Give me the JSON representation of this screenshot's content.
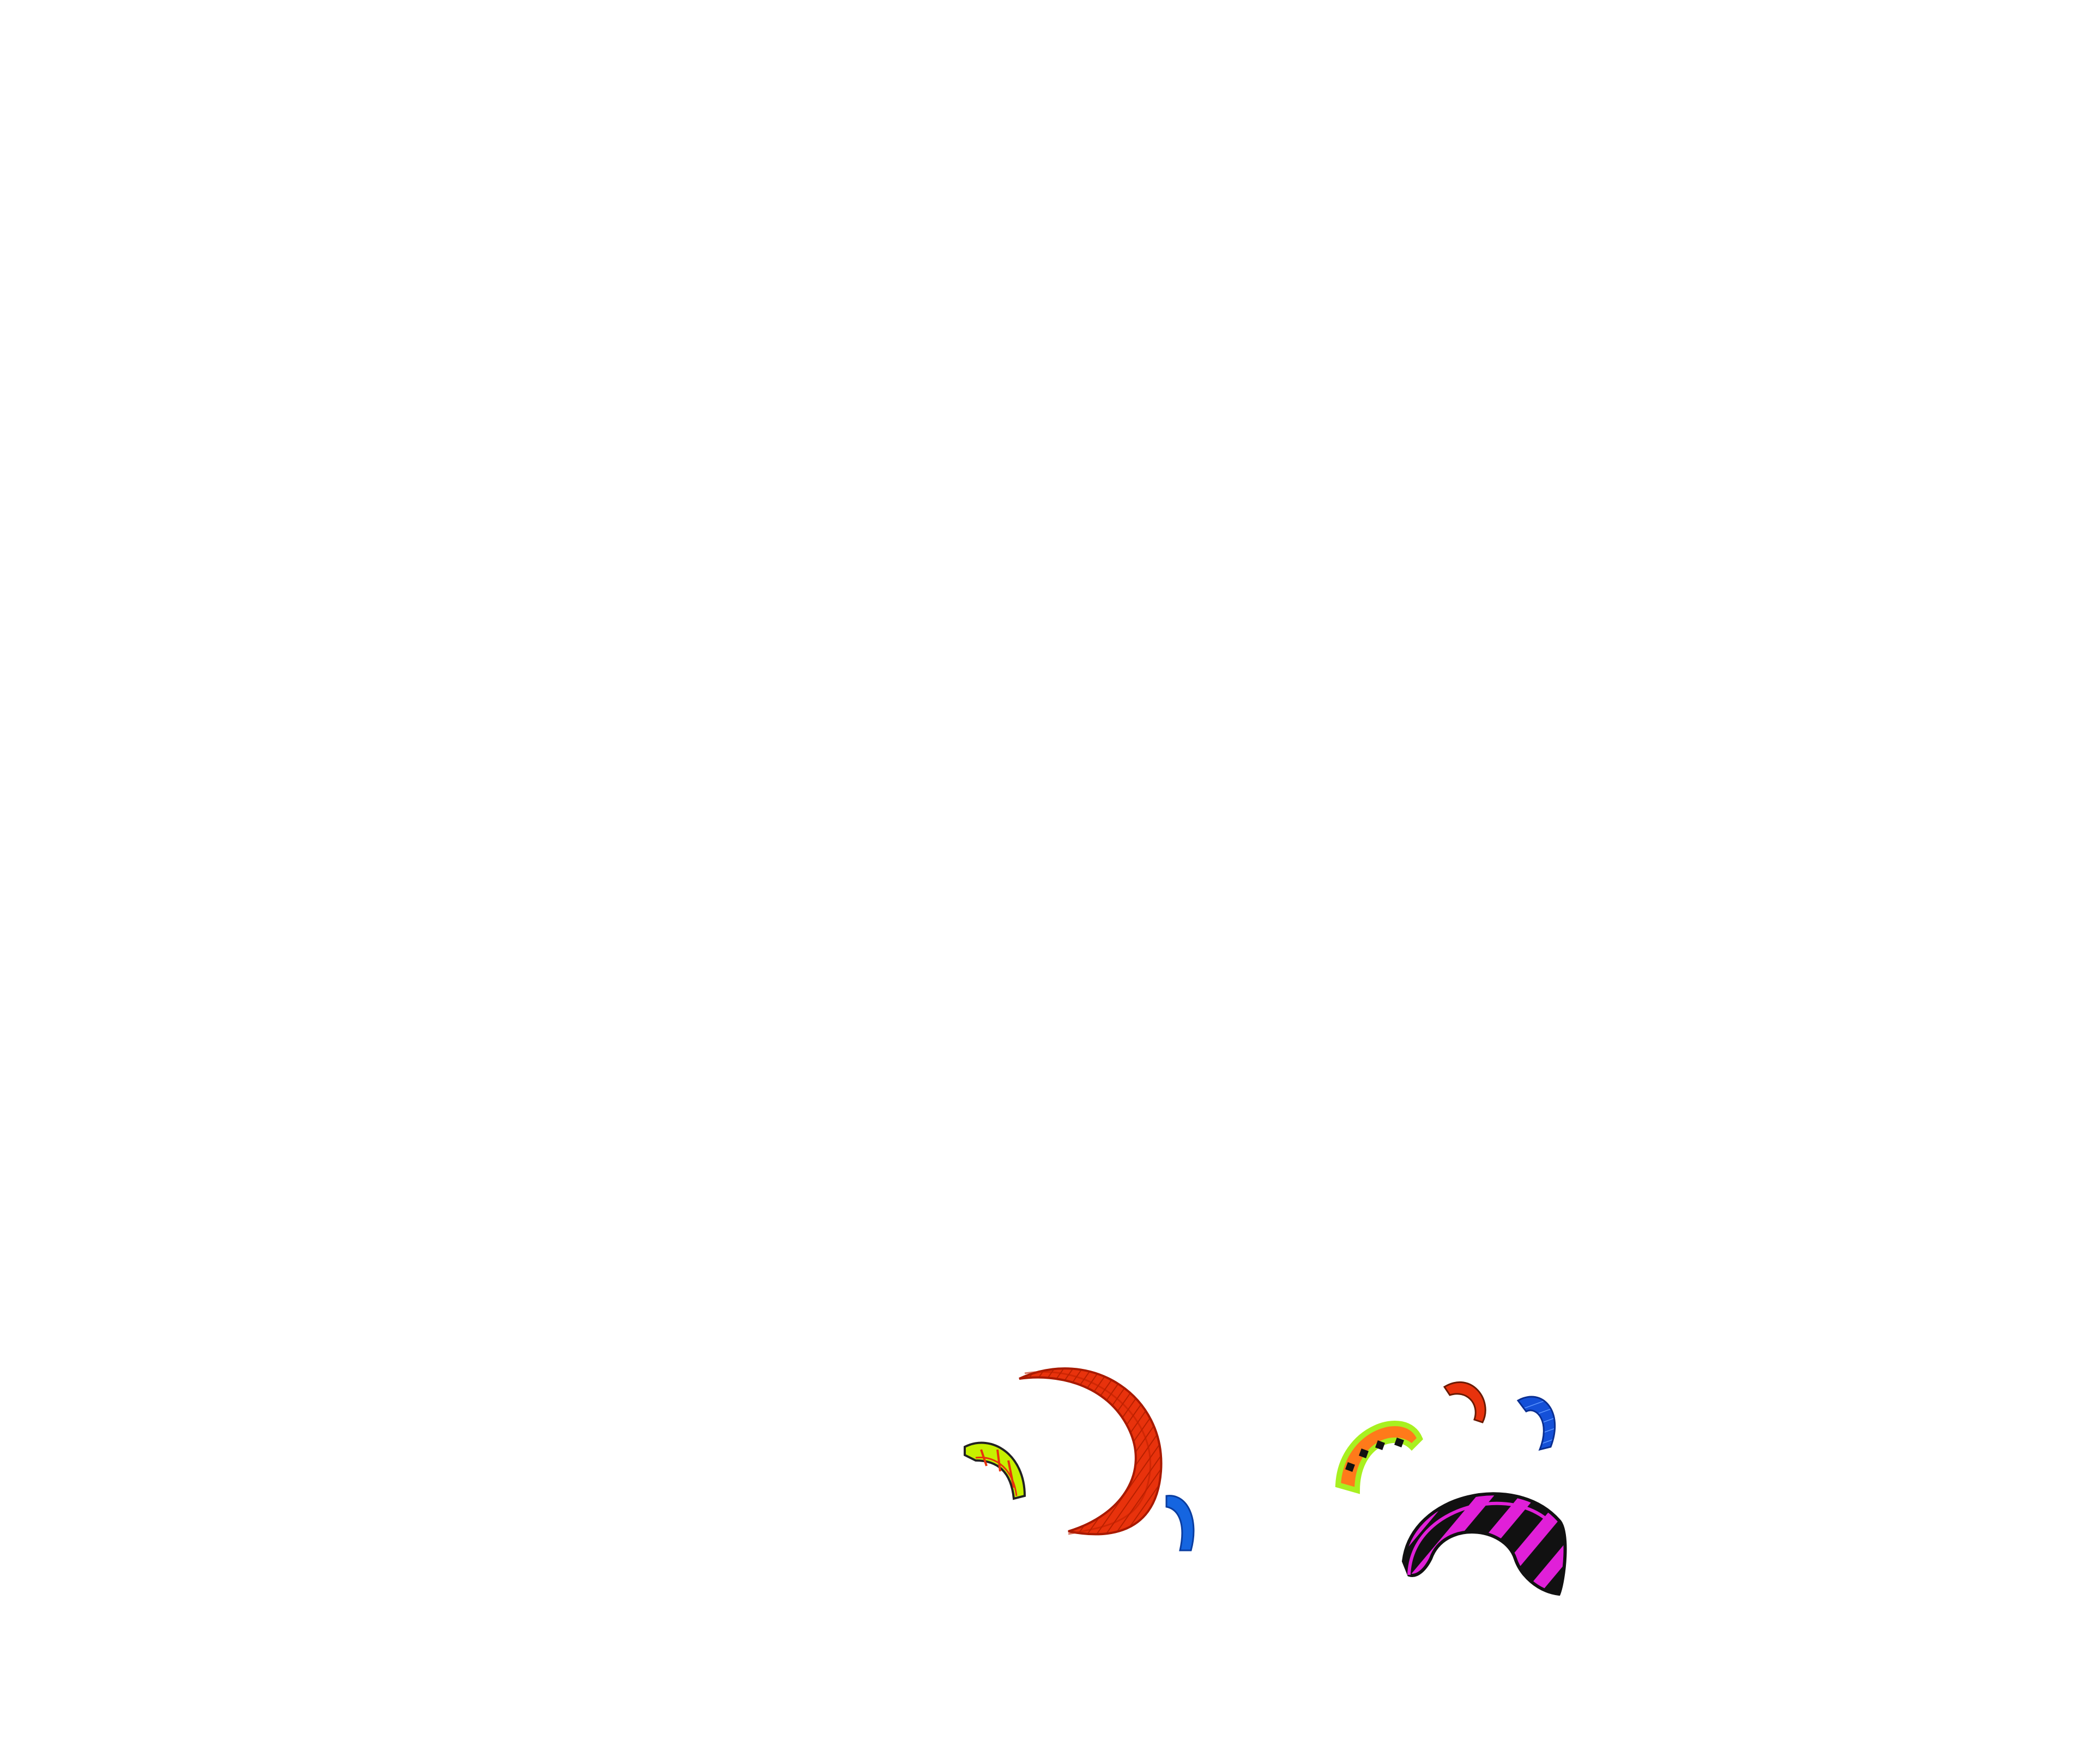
{
  "scene": {
    "background": "#ffffff",
    "style": "hand-drawn sketch",
    "kites": [
      {
        "name": "large-red-kite",
        "color": "#e8320c",
        "pattern": "hatched"
      },
      {
        "name": "small-blue-kite-left",
        "color": "#1565e0",
        "pattern": "solid"
      },
      {
        "name": "yellow-green-kite",
        "color": "#c6f000",
        "pattern": "red-outlined-panels"
      },
      {
        "name": "green-orange-kite",
        "color": "#ff7a1a",
        "accent": "#a8f020",
        "pattern": "diamond-windows"
      },
      {
        "name": "small-red-kite",
        "color": "#e8320c",
        "pattern": "solid"
      },
      {
        "name": "blue-kite-right",
        "color": "#1450d8",
        "pattern": "striped"
      },
      {
        "name": "magenta-black-kite",
        "color": "#e020d8",
        "accent": "#111111",
        "pattern": "diagonal-stripes"
      }
    ]
  }
}
